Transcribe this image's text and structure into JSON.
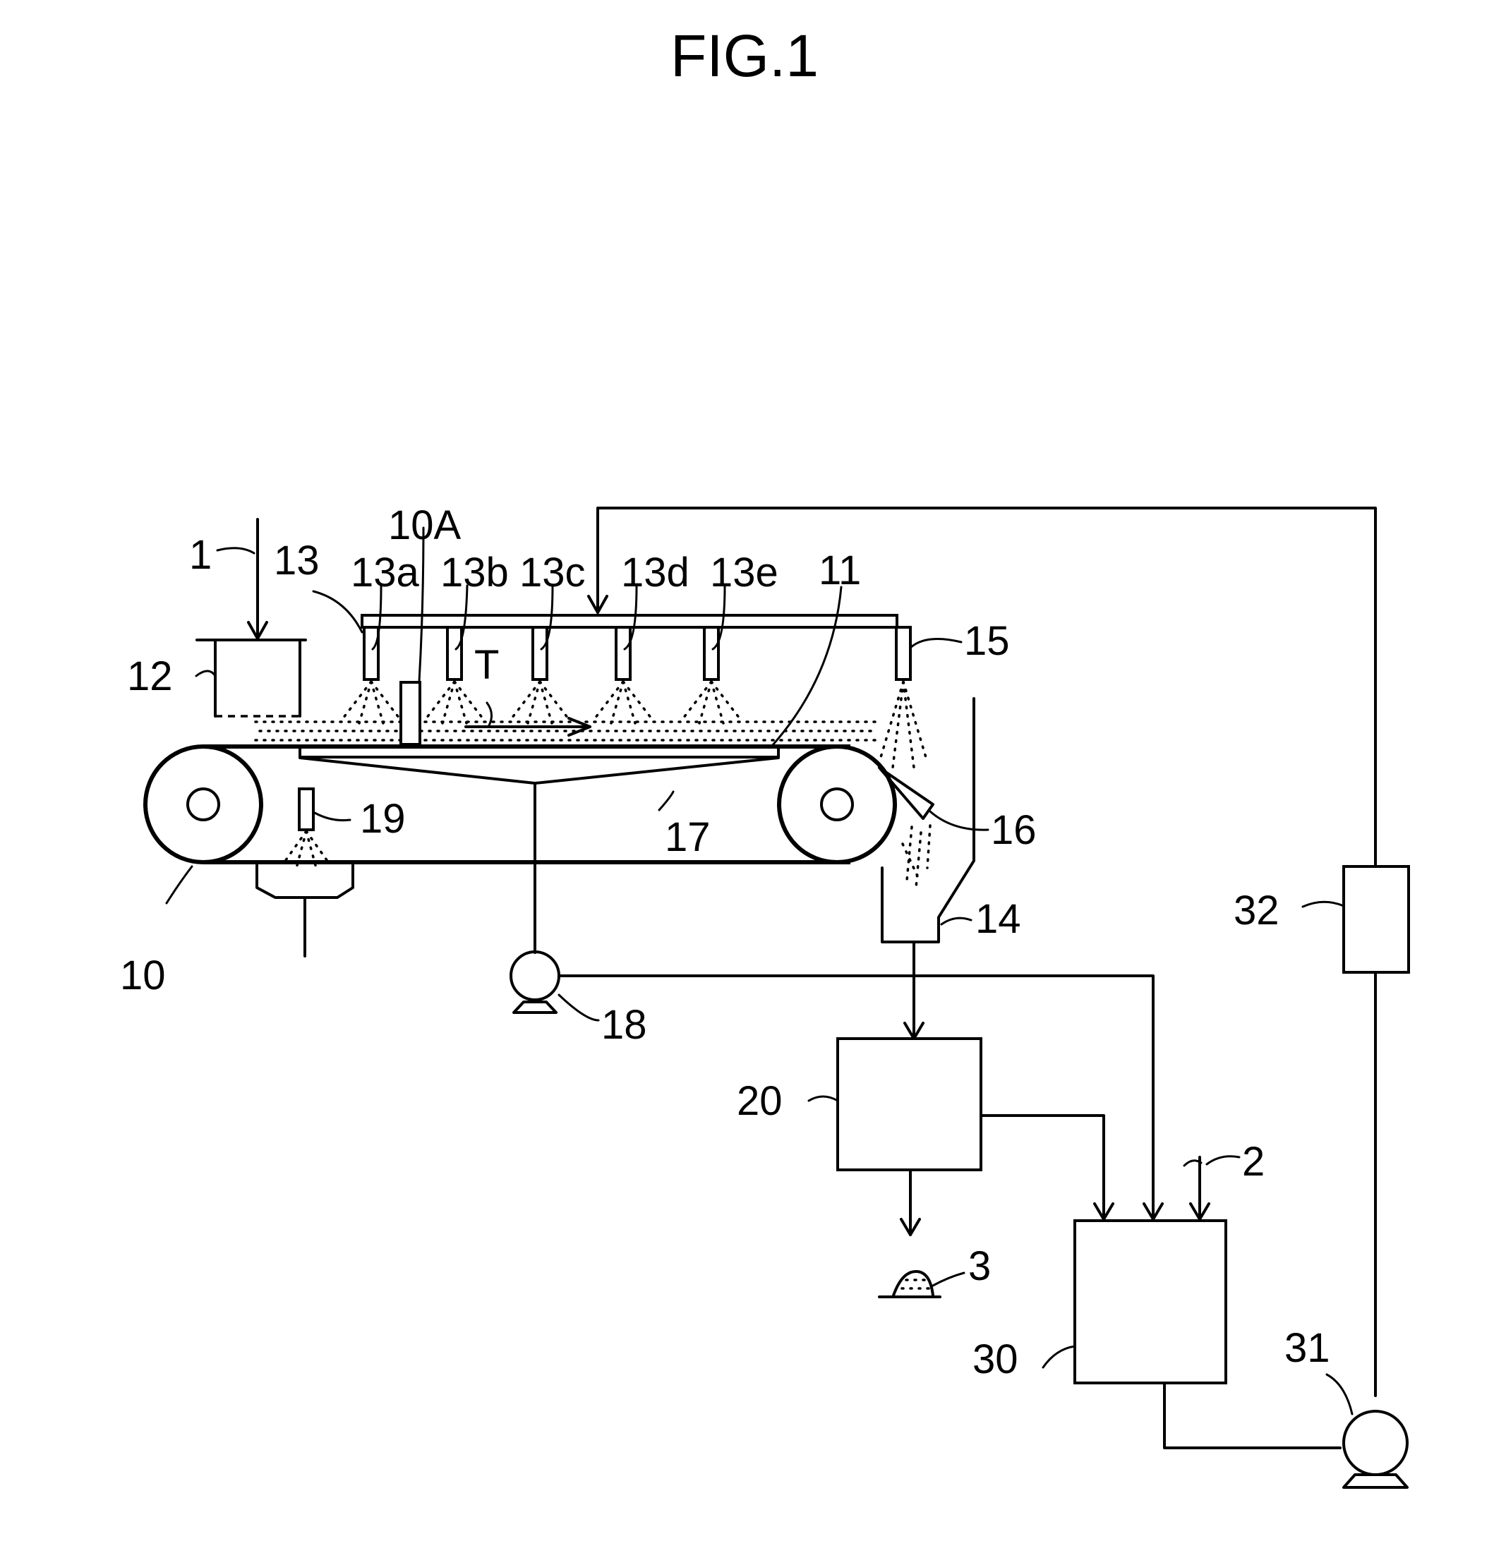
{
  "figure": {
    "title": "FIG.1"
  },
  "labels": {
    "feed_1": "1",
    "input_2": "2",
    "product_3": "3",
    "conveyor_10": "10",
    "dam_10A": "10A",
    "belt_11": "11",
    "hopper_12": "12",
    "header_13": "13",
    "nozzle_13a": "13a",
    "nozzle_13b": "13b",
    "nozzle_13c": "13c",
    "nozzle_13d": "13d",
    "nozzle_13e": "13e",
    "chute_14": "14",
    "nozzle_15": "15",
    "scraper_16": "16",
    "tray_17": "17",
    "pump_18": "18",
    "nozzle_19": "19",
    "separator_20": "20",
    "tank_30": "30",
    "pump_31": "31",
    "unit_32": "32",
    "travel_T": "T"
  }
}
